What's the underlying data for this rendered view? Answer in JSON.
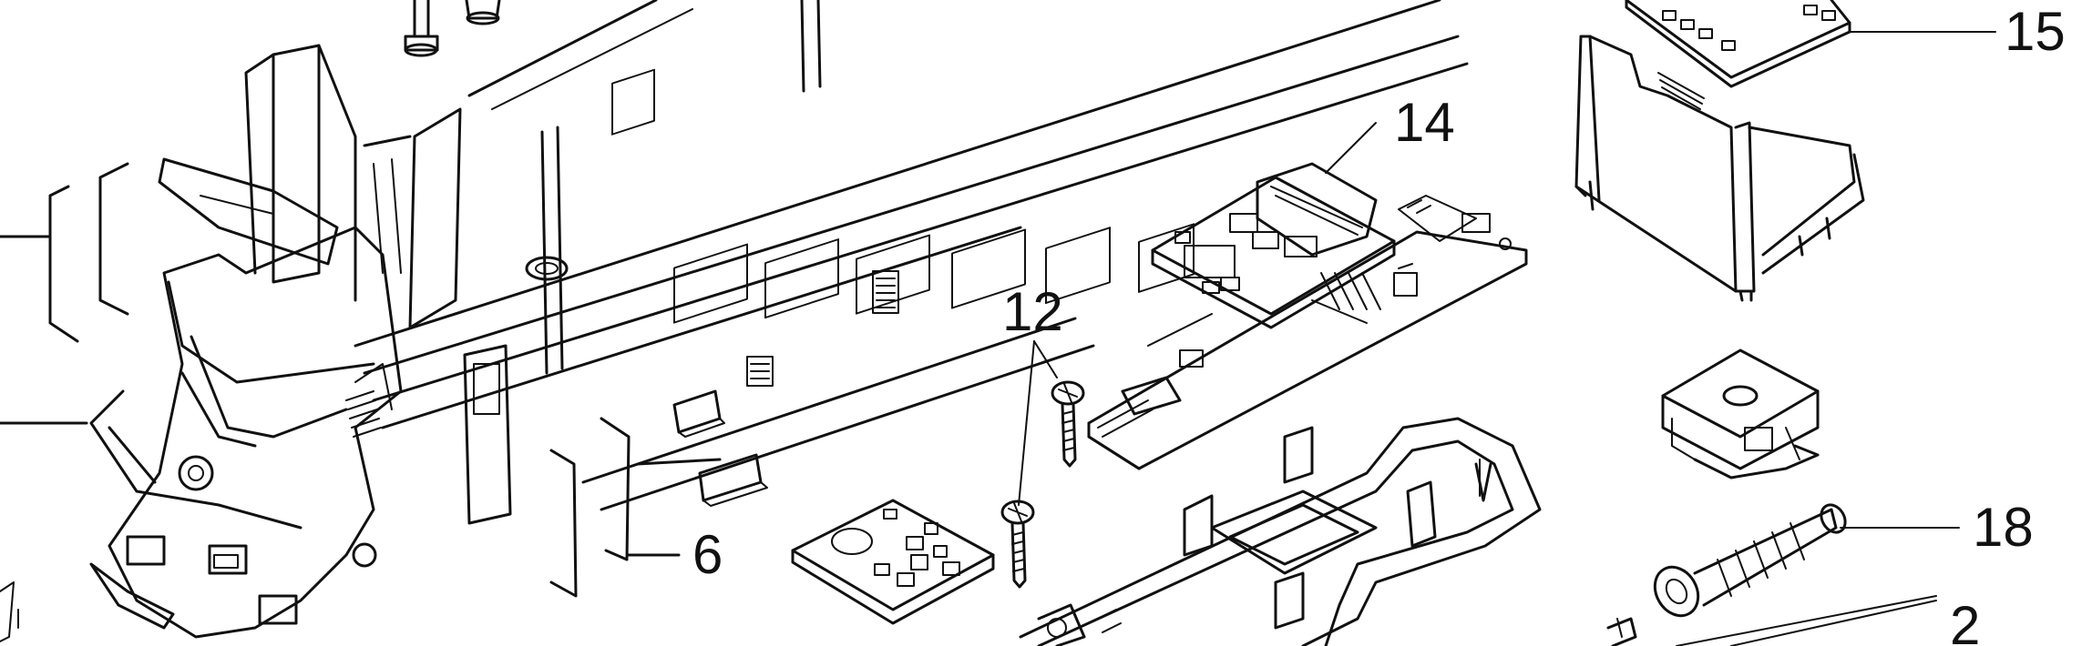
{
  "diagram": {
    "style": "exploded-parts-line-drawing",
    "colors": {
      "ink": "#111111",
      "paper": "#ffffff"
    },
    "labels": [
      {
        "id": "label-15",
        "text": "15"
      },
      {
        "id": "label-14",
        "text": "14"
      },
      {
        "id": "label-12",
        "text": "12"
      },
      {
        "id": "label-18",
        "text": "18"
      },
      {
        "id": "label-6",
        "text": "6"
      },
      {
        "id": "label-2",
        "text": "2"
      }
    ]
  }
}
